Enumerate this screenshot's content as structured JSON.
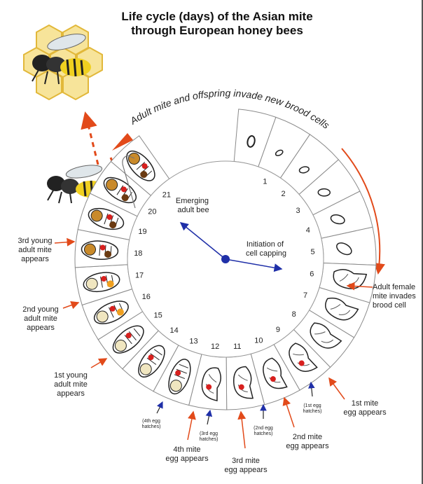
{
  "title": {
    "line1": "Life cycle (days) of the Asian mite",
    "line2": "through European honey bees"
  },
  "arc_label": "Adult mite and offspring invade new brood cells",
  "center": {
    "emerging": [
      "Emerging",
      "adult bee"
    ],
    "capping": [
      "Initiation of",
      "cell capping"
    ]
  },
  "days": [
    "1",
    "2",
    "3",
    "4",
    "5",
    "6",
    "7",
    "8",
    "9",
    "10",
    "11",
    "12",
    "13",
    "14",
    "15",
    "16",
    "17",
    "18",
    "19",
    "20",
    "21"
  ],
  "annotations": {
    "third_young": [
      "3rd young",
      "adult mite",
      "appears"
    ],
    "second_young": [
      "2nd young",
      "adult mite",
      "appears"
    ],
    "first_young": [
      "1st young",
      "adult mite",
      "appears"
    ],
    "adult_female": [
      "Adult female",
      "mite invades",
      "brood cell"
    ],
    "first_egg_appears": [
      "1st mite",
      "egg appears"
    ],
    "second_egg_appears": [
      "2nd mite",
      "egg appears"
    ],
    "third_egg_appears": [
      "3rd mite",
      "egg appears"
    ],
    "fourth_egg_appears": [
      "4th mite",
      "egg appears"
    ],
    "first_egg_hatches": [
      "(1st egg",
      "hatches)"
    ],
    "second_egg_hatches": [
      "(2nd egg",
      "hatches)"
    ],
    "third_egg_hatches": [
      "(3rd egg",
      "hatches)"
    ],
    "fourth_egg_hatches": [
      "(4th egg",
      "hatches)"
    ]
  },
  "colors": {
    "arrow_red": "#e24a1a",
    "hand_blue": "#1f2fa8",
    "bee_yellow": "#f0d020",
    "mite_red": "#d8201e",
    "honeycomb": "#f3d24a"
  }
}
